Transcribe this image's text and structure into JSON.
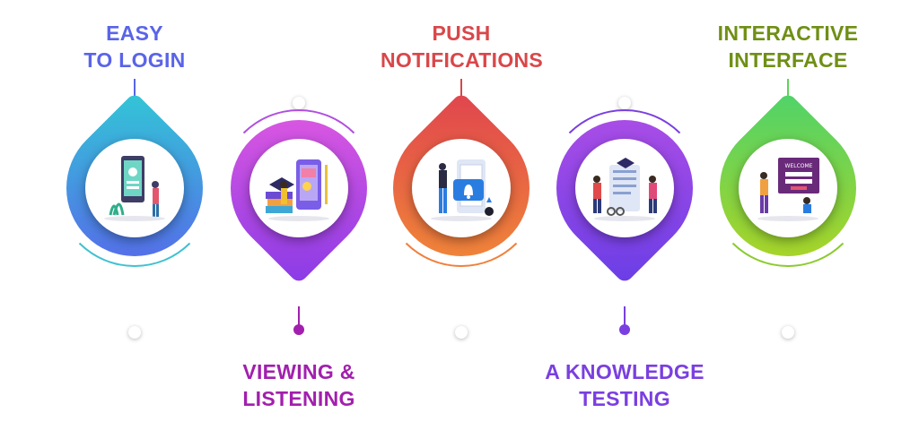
{
  "features": [
    {
      "lines": [
        "EASY",
        "TO LOGIN"
      ],
      "color": "#5a64e8",
      "icon": "login-illustration"
    },
    {
      "lines": [
        "VIEWING &",
        "LISTENING"
      ],
      "color": "#a21fae",
      "icon": "viewing-listening-illustration"
    },
    {
      "lines": [
        "PUSH",
        "NOTIFICATIONS"
      ],
      "color": "#d9474a",
      "icon": "push-notification-illustration"
    },
    {
      "lines": [
        "A KNOWLEDGE",
        "TESTING"
      ],
      "color": "#7a3fe0",
      "icon": "knowledge-testing-illustration"
    },
    {
      "lines": [
        "INTERACTIVE",
        "INTERFACE"
      ],
      "color": "#6f8f15",
      "icon": "interactive-interface-illustration"
    }
  ],
  "illustration_text": {
    "welcome": "WELCOME"
  }
}
